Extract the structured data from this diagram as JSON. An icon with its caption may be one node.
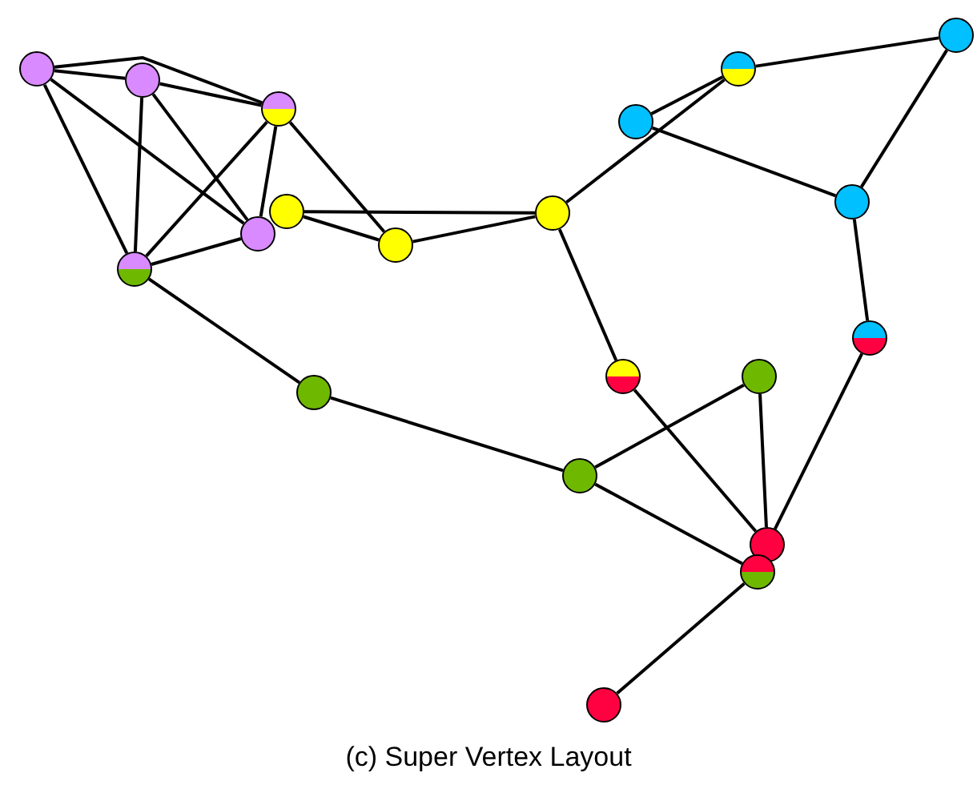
{
  "diagram": {
    "caption": "(c) Super Vertex Layout",
    "nodes": [
      {
        "text": [],
        "shape": "circle"
      },
      {
        "text": [],
        "shape": "circle"
      },
      {
        "text": [],
        "shape": "circle"
      },
      {
        "text": [],
        "shape": "circle"
      },
      {
        "text": [],
        "shape": "circle"
      },
      {
        "text": [],
        "shape": "circle"
      },
      {
        "text": [],
        "shape": "circle"
      },
      {
        "text": [],
        "shape": "circle"
      },
      {
        "text": [],
        "shape": "circle"
      },
      {
        "text": [],
        "shape": "circle"
      },
      {
        "text": [],
        "shape": "circle"
      },
      {
        "text": [],
        "shape": "circle"
      },
      {
        "text": [],
        "shape": "circle"
      },
      {
        "text": [],
        "shape": "circle"
      },
      {
        "text": [],
        "shape": "circle"
      },
      {
        "text": [],
        "shape": "circle"
      },
      {
        "text": [],
        "shape": "circle"
      },
      {
        "text": [],
        "shape": "circle"
      },
      {
        "text": [],
        "shape": "circle"
      },
      {
        "text": [],
        "shape": "circle"
      }
    ],
    "edges": [
      {
        "from": 0,
        "to": 1,
        "arrow": "none"
      },
      {
        "from": 0,
        "to": 2,
        "arrow": "none"
      },
      {
        "from": 0,
        "to": 4,
        "arrow": "none"
      },
      {
        "from": 0,
        "to": 5,
        "arrow": "none"
      },
      {
        "from": 1,
        "to": 2,
        "arrow": "none"
      },
      {
        "from": 1,
        "to": 4,
        "arrow": "none"
      },
      {
        "from": 1,
        "to": 5,
        "arrow": "none"
      },
      {
        "from": 2,
        "to": 5,
        "arrow": "none"
      },
      {
        "from": 2,
        "to": 4,
        "arrow": "none"
      },
      {
        "from": 2,
        "to": 6,
        "arrow": "none"
      },
      {
        "from": 5,
        "to": 4,
        "arrow": "none"
      },
      {
        "from": 3,
        "to": 6,
        "arrow": "none"
      },
      {
        "from": 3,
        "to": 7,
        "arrow": "none"
      },
      {
        "from": 6,
        "to": 7,
        "arrow": "none"
      },
      {
        "from": 5,
        "to": 15,
        "arrow": "none"
      },
      {
        "from": 7,
        "to": 9,
        "arrow": "none"
      },
      {
        "from": 8,
        "to": 9,
        "arrow": "none"
      },
      {
        "from": 8,
        "to": 11,
        "arrow": "none"
      },
      {
        "from": 9,
        "to": 10,
        "arrow": "none"
      },
      {
        "from": 10,
        "to": 11,
        "arrow": "none"
      },
      {
        "from": 11,
        "to": 12,
        "arrow": "none"
      },
      {
        "from": 7,
        "to": 13,
        "arrow": "none"
      },
      {
        "from": 15,
        "to": 16,
        "arrow": "none"
      },
      {
        "from": 16,
        "to": 14,
        "arrow": "none"
      },
      {
        "from": 16,
        "to": 18,
        "arrow": "none"
      },
      {
        "from": 13,
        "to": 17,
        "arrow": "none"
      },
      {
        "from": 14,
        "to": 17,
        "arrow": "none"
      },
      {
        "from": 12,
        "to": 17,
        "arrow": "none"
      },
      {
        "from": 18,
        "to": 19,
        "arrow": "none"
      }
    ]
  }
}
